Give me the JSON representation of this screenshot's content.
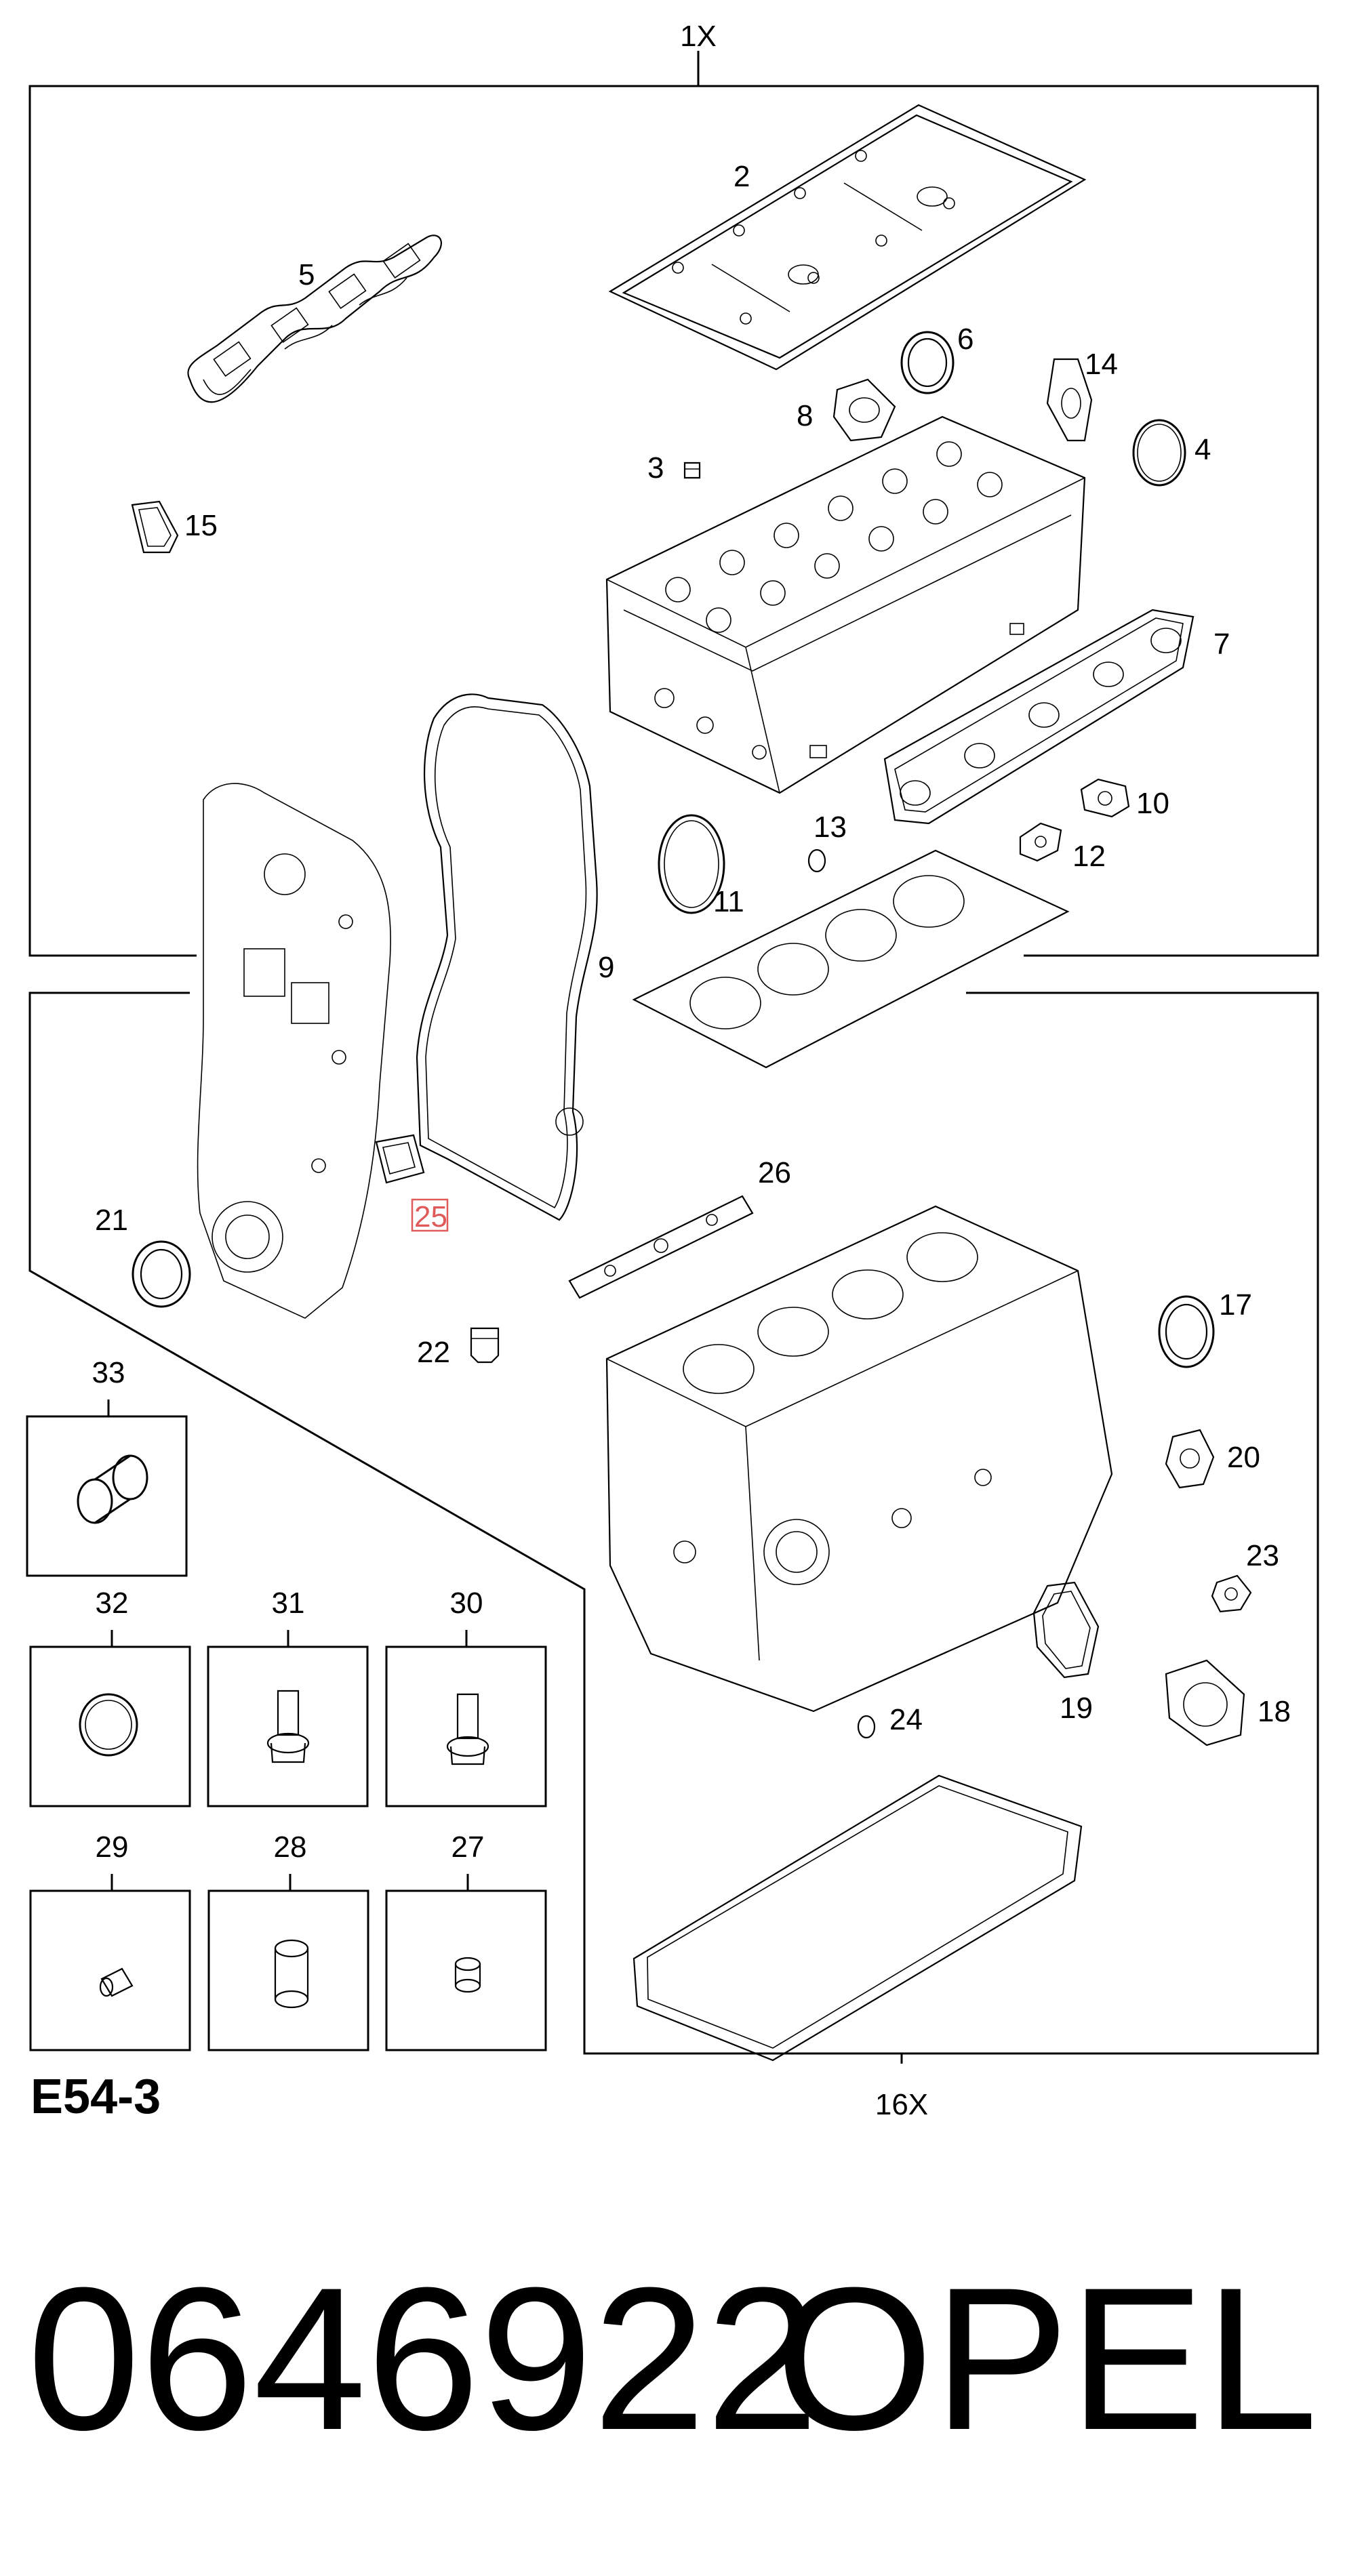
{
  "groups": {
    "upper_set": "1X",
    "lower_set": "16X"
  },
  "callouts": {
    "c2": "2",
    "c3": "3",
    "c4": "4",
    "c5": "5",
    "c6": "6",
    "c7": "7",
    "c8": "8",
    "c9": "9",
    "c10": "10",
    "c11": "11",
    "c12": "12",
    "c13": "13",
    "c14": "14",
    "c15": "15",
    "c17": "17",
    "c18": "18",
    "c19": "19",
    "c20": "20",
    "c21": "21",
    "c22": "22",
    "c23": "23",
    "c24": "24",
    "c25": "25",
    "c26": "26",
    "c27": "27",
    "c28": "28",
    "c29": "29",
    "c30": "30",
    "c31": "31",
    "c32": "32",
    "c33": "33"
  },
  "highlighted_callout": "25",
  "highlight_color": "#e05a5a",
  "diagram_code": "E54-3",
  "footer": {
    "part_number": "0646922",
    "brand": "OPEL"
  }
}
